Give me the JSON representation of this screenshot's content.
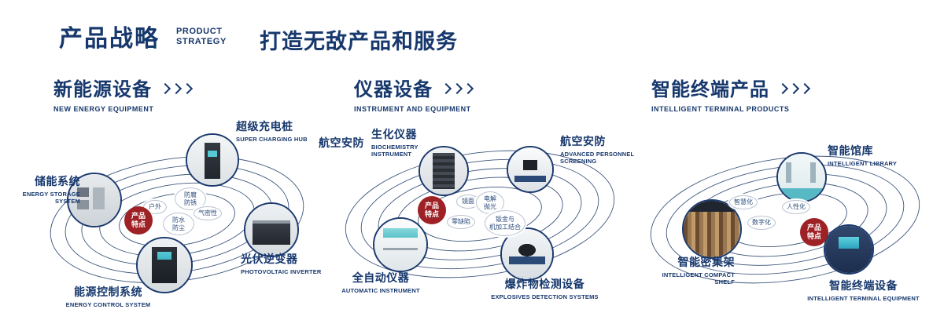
{
  "colors": {
    "navy": "#17386d",
    "red": "#9d2125",
    "teal": "#57c8d6"
  },
  "icons": {
    "section_arrow": "triple-chevron-right"
  },
  "header": {
    "title_cn": "产品战略",
    "title_en": "PRODUCT\nSTRATEGY",
    "subtitle": "打造无敌产品和服务"
  },
  "sections": [
    {
      "title_cn": "新能源设备",
      "title_en": "NEW ENERGY EQUIPMENT",
      "center_label": "产品\n特点",
      "features": [
        "防腐\n防锈",
        "户外",
        "气密性",
        "防水\n防尘"
      ],
      "products": [
        {
          "cn": "储能系统",
          "en": "ENERGY STORAGE\nSYSTEM"
        },
        {
          "cn": "超级充电桩",
          "en": "SUPER CHARGING HUB"
        },
        {
          "cn": "光伏逆变器",
          "en": "PHOTOVOLTAIC INVERTER"
        },
        {
          "cn": "能源控制系统",
          "en": "ENERGY CONTROL SYSTEM"
        }
      ]
    },
    {
      "title_cn": "仪器设备",
      "title_en": "INSTRUMENT AND EQUIPMENT",
      "center_label": "产品\n特点",
      "extra_label": "航空安防",
      "features": [
        "镜面",
        "电解\n抛光",
        "零缺陷",
        "钣金与\n机加工结合"
      ],
      "products": [
        {
          "cn": "生化仪器",
          "en": "BIOCHEMISTRY\nINSTRUMENT"
        },
        {
          "cn": "航空安防",
          "en": "ADVANCED PERSONNEL\nSCREENING"
        },
        {
          "cn": "全自动仪器",
          "en": "AUTOMATIC INSTRUMENT"
        },
        {
          "cn": "爆炸物检测设备",
          "en": "EXPLOSIVES DETECTION SYSTEMS"
        }
      ]
    },
    {
      "title_cn": "智能终端产品",
      "title_en": "INTELLIGENT TERMINAL PRODUCTS",
      "center_label": "产品\n特点",
      "features": [
        "智慧化",
        "人性化",
        "数字化"
      ],
      "products": [
        {
          "cn": "智能馆库",
          "en": "INTELLIGENT LIBRARY"
        },
        {
          "cn": "智能密集架",
          "en": "INTELLIGENT COMPACT\nSHELF"
        },
        {
          "cn": "智能终端设备",
          "en": "INTELLIGENT TERMINAL EQUIPMENT"
        }
      ]
    }
  ]
}
